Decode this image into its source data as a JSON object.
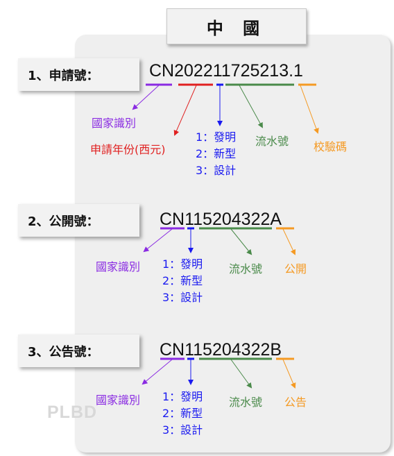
{
  "title": "中 國",
  "watermark": "PLBD",
  "sections": [
    {
      "label": "1、申請號：",
      "number": "CN202211725213.1",
      "parts": {
        "country": "國家識別",
        "year": "申請年份(西元)",
        "types": [
          "1：發明",
          "2：新型",
          "3：設計"
        ],
        "serial": "流水號",
        "check": "校驗碼"
      }
    },
    {
      "label": "2、公開號：",
      "number": "CN115204322A",
      "parts": {
        "country": "國家識別",
        "types": [
          "1：發明",
          "2：新型",
          "3：設計"
        ],
        "serial": "流水號",
        "suffix": "公開"
      }
    },
    {
      "label": "3、公告號：",
      "number": "CN115204322B",
      "parts": {
        "country": "國家識別",
        "types": [
          "1：發明",
          "2：新型",
          "3：設計"
        ],
        "serial": "流水號",
        "suffix": "公告"
      }
    }
  ],
  "colors": {
    "country": "#8a2be2",
    "year": "#e02020",
    "type": "#1a1af0",
    "serial": "#4a8a4a",
    "suffix": "#f59a23"
  }
}
